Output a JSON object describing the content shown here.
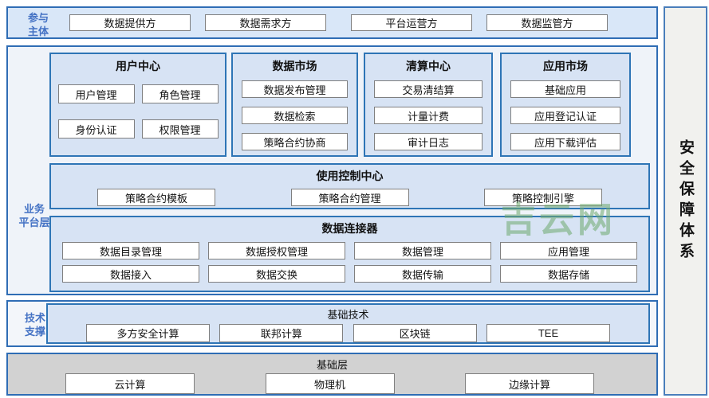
{
  "watermark": {
    "text": "吉云网",
    "color": "#6faa6f"
  },
  "security_bar": {
    "label": "安全保障体系"
  },
  "participants": {
    "label_lines": [
      "参与",
      "主体"
    ],
    "items": [
      "数据提供方",
      "数据需求方",
      "平台运营方",
      "数据监管方"
    ]
  },
  "business_layer": {
    "label_lines": [
      "业务",
      "平台层"
    ],
    "centers": [
      {
        "title": "用户中心",
        "items": [
          "用户管理",
          "角色管理",
          "身份认证",
          "权限管理"
        ]
      },
      {
        "title": "数据市场",
        "items": [
          "数据发布管理",
          "数据检索",
          "策略合约协商"
        ]
      },
      {
        "title": "清算中心",
        "items": [
          "交易清结算",
          "计量计费",
          "审计日志"
        ]
      },
      {
        "title": "应用市场",
        "items": [
          "基础应用",
          "应用登记认证",
          "应用下载评估"
        ]
      }
    ],
    "usage_control": {
      "title": "使用控制中心",
      "items": [
        "策略合约模板",
        "策略合约管理",
        "策略控制引擎"
      ]
    },
    "data_connector": {
      "title": "数据连接器",
      "rows": [
        [
          "数据目录管理",
          "数据授权管理",
          "数据管理",
          "应用管理"
        ],
        [
          "数据接入",
          "数据交换",
          "数据传输",
          "数据存储"
        ]
      ]
    }
  },
  "tech_support": {
    "label_lines": [
      "技术",
      "支撑"
    ],
    "panel": {
      "title": "基础技术",
      "items": [
        "多方安全计算",
        "联邦计算",
        "区块链",
        "TEE"
      ]
    }
  },
  "infrastructure": {
    "title": "基础层",
    "items": [
      "云计算",
      "物理机",
      "边缘计算"
    ]
  },
  "colors": {
    "outer_border": "#2f6db5",
    "panel_border": "#2e75b6",
    "section_fill": "#d9e7f8",
    "panel_fill": "#d7e3f4",
    "label_blue": "#4472c4",
    "infra_fill": "#d2d2d2",
    "box_border": "#7f7f7f",
    "watermark_green": "#6faa6f"
  }
}
